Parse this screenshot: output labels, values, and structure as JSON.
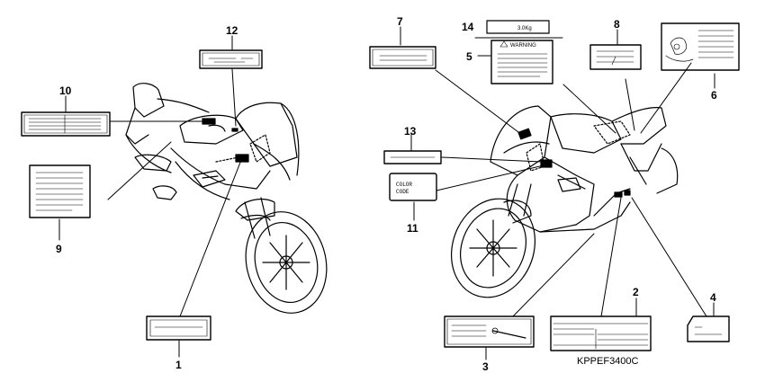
{
  "diagram_code": "KPPEF3400C",
  "callouts": {
    "c1": "1",
    "c2": "2",
    "c3": "3",
    "c4": "4",
    "c5": "5",
    "c6": "6",
    "c7": "7",
    "c8": "8",
    "c9": "9",
    "c10": "10",
    "c11": "11",
    "c12": "12",
    "c13": "13",
    "c14": "14"
  },
  "label_texts": {
    "warning": "WARNING",
    "weight": "3.0Kg",
    "color": "COLOR",
    "code": "CODE"
  }
}
